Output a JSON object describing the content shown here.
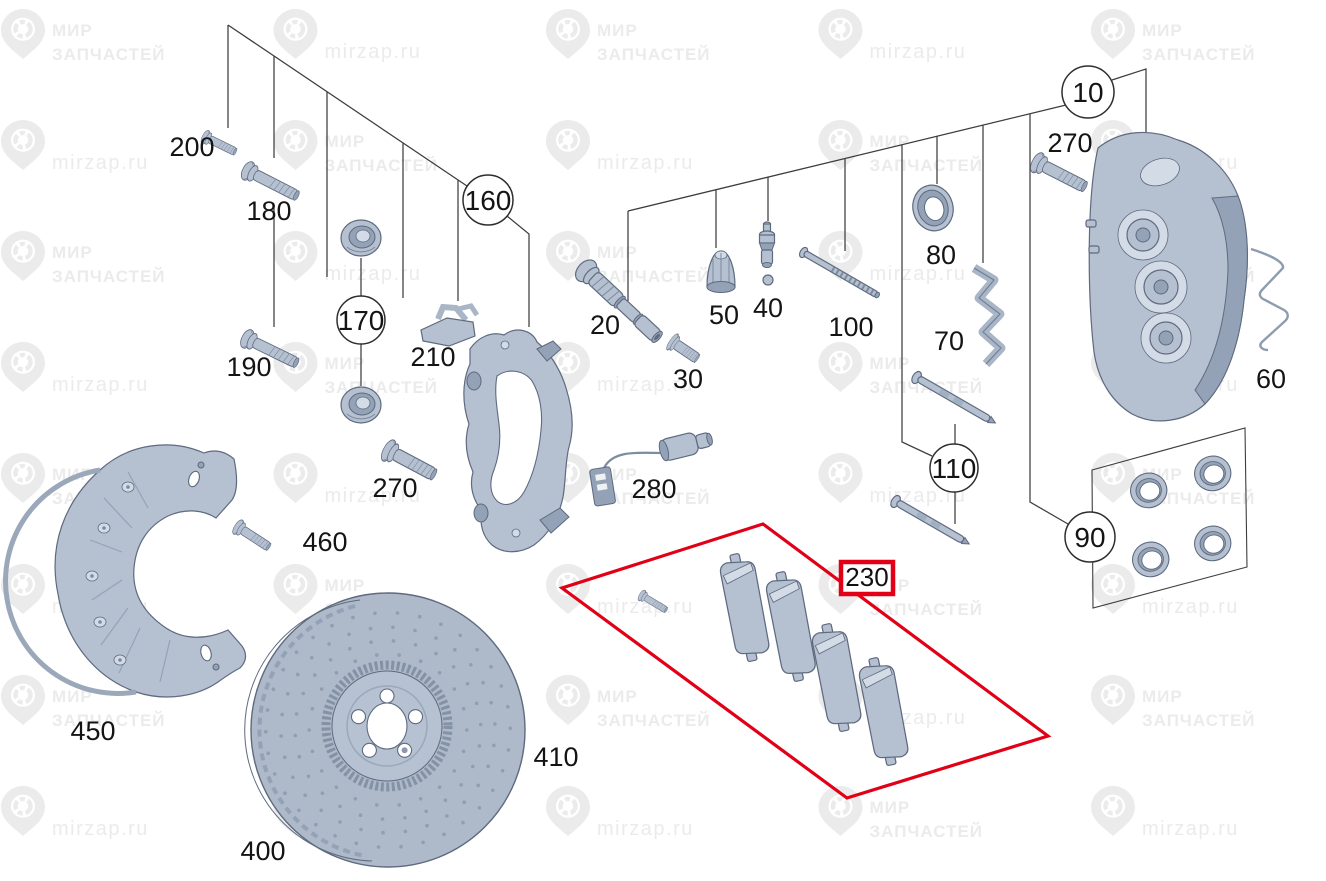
{
  "diagram": {
    "source_watermark": {
      "line1": "МИР",
      "line2": "ЗАПЧАСТЕЙ",
      "site": "mirzap.ru"
    },
    "colors": {
      "highlight": "#e10016",
      "part": "#b5c1d1",
      "part_dark": "#93a2b6",
      "part_light": "#d3dbe6",
      "outline": "#5e6a7e",
      "leader_line": "#3d3d3d",
      "watermark": "#ebebeb",
      "label": "#141414"
    },
    "callouts": [
      {
        "label": "200",
        "style": "plain"
      },
      {
        "label": "180",
        "style": "plain"
      },
      {
        "label": "160",
        "style": "circled"
      },
      {
        "label": "170",
        "style": "circled"
      },
      {
        "label": "210",
        "style": "plain"
      },
      {
        "label": "190",
        "style": "plain"
      },
      {
        "label": "270",
        "style": "plain"
      },
      {
        "label": "460",
        "style": "plain"
      },
      {
        "label": "450",
        "style": "plain"
      },
      {
        "label": "400",
        "style": "plain"
      },
      {
        "label": "410",
        "style": "plain"
      },
      {
        "label": "280",
        "style": "plain"
      },
      {
        "label": "20",
        "style": "plain"
      },
      {
        "label": "30",
        "style": "plain"
      },
      {
        "label": "50",
        "style": "plain"
      },
      {
        "label": "40",
        "style": "plain"
      },
      {
        "label": "100",
        "style": "plain"
      },
      {
        "label": "80",
        "style": "plain"
      },
      {
        "label": "70",
        "style": "plain"
      },
      {
        "label": "110",
        "style": "circled"
      },
      {
        "label": "90",
        "style": "circled"
      },
      {
        "label": "10",
        "style": "circled"
      },
      {
        "label": "270",
        "style": "plain"
      },
      {
        "label": "60",
        "style": "plain"
      },
      {
        "label": "230",
        "style": "red-box"
      }
    ]
  }
}
